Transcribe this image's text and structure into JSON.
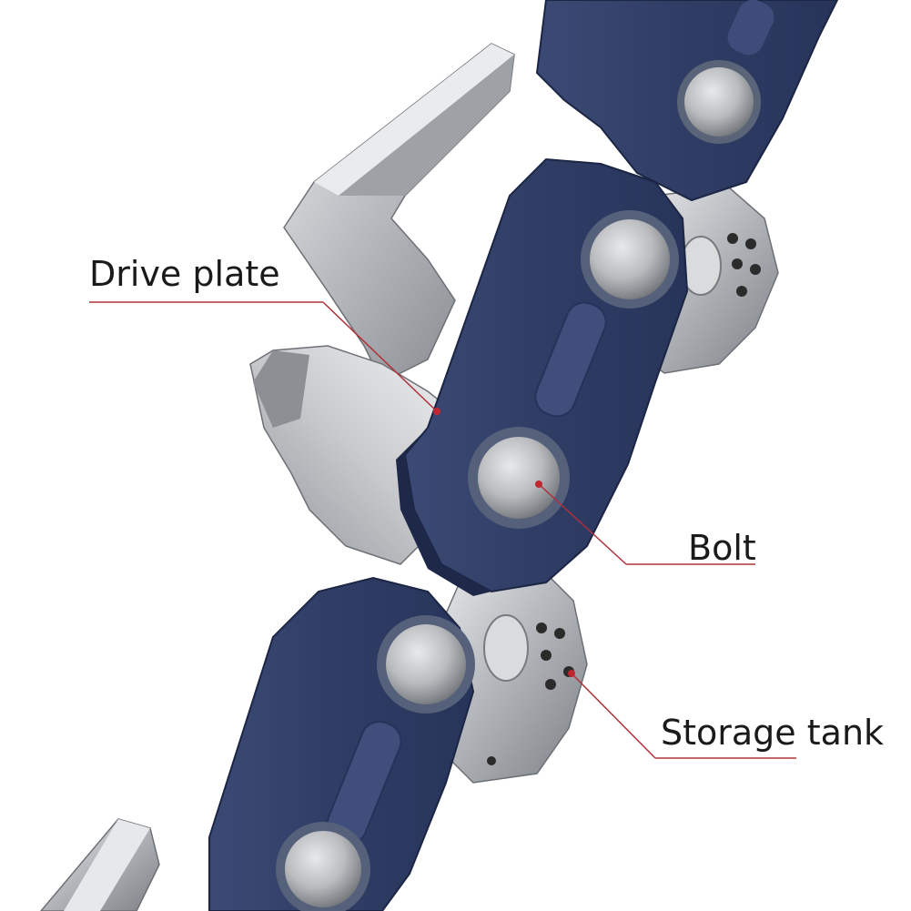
{
  "labels": {
    "drive_plate": "Drive plate",
    "bolt": "Bolt",
    "storage_tank": "Storage tank"
  },
  "colors": {
    "plate_blue": "#2e3d63",
    "plate_blue_light": "#4a5a86",
    "steel": "#c4c6c9",
    "steel_dark": "#8d9095",
    "leader_line": "#b0303a"
  }
}
